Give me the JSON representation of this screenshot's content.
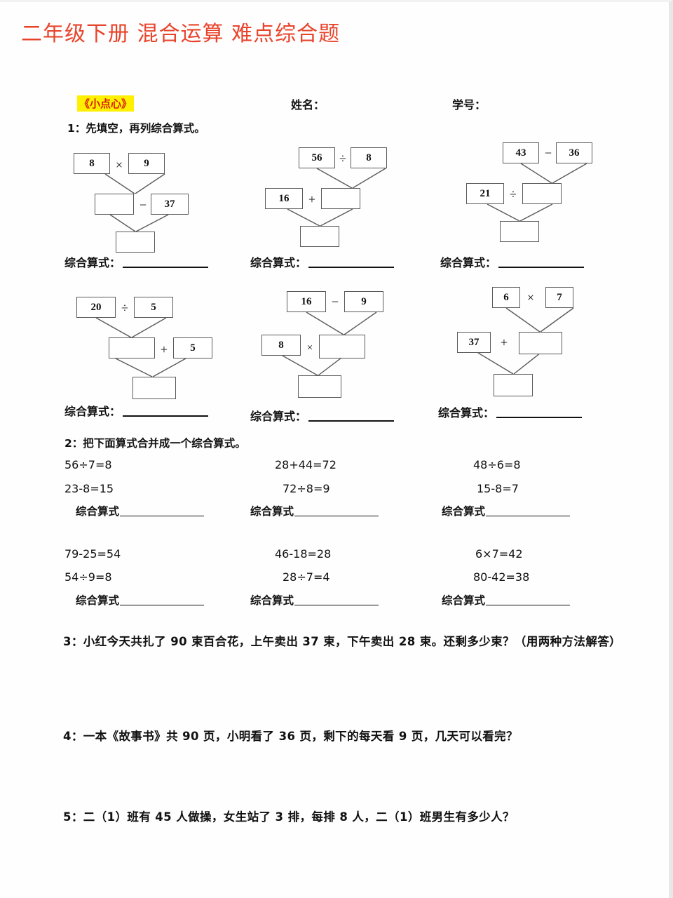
{
  "document": {
    "title": "二年级下册 混合运算 难点综合题",
    "title_color": "#e8442c"
  },
  "header": {
    "badge": "《小点心》",
    "badge_color": "#d81f06",
    "badge_highlight": "#fff000",
    "name_label": "姓名：",
    "student_id_label": "学号："
  },
  "section1": {
    "prompt": "1：先填空，再列综合算式。",
    "answer_label": "综合算式：",
    "diagrams": [
      {
        "id": "d1",
        "top_left": "8",
        "top_op": "×",
        "top_right": "9",
        "mid_left": "",
        "mid_op": "−",
        "mid_right": "37",
        "bottom": ""
      },
      {
        "id": "d2",
        "top_left": "56",
        "top_op": "÷",
        "top_right": "8",
        "mid_left": "16",
        "mid_op": "+",
        "mid_right": "",
        "bottom": ""
      },
      {
        "id": "d3",
        "top_left": "43",
        "top_op": "−",
        "top_right": "36",
        "mid_left": "21",
        "mid_op": "÷",
        "mid_right": "",
        "bottom": ""
      },
      {
        "id": "d4",
        "top_left": "20",
        "top_op": "÷",
        "top_right": "5",
        "mid_left": "",
        "mid_op": "+",
        "mid_right": "5",
        "bottom": ""
      },
      {
        "id": "d5",
        "top_left": "16",
        "top_op": "−",
        "top_right": "9",
        "mid_left": "8",
        "mid_op": "×",
        "mid_right": "",
        "bottom": ""
      },
      {
        "id": "d6",
        "top_left": "6",
        "top_op": "×",
        "top_right": "7",
        "mid_left": "37",
        "mid_op": "+",
        "mid_right": "",
        "bottom": ""
      }
    ]
  },
  "section2": {
    "prompt": "2：把下面算式合并成一个综合算式。",
    "answer_label": "综合算式",
    "groups": [
      {
        "id": "g1",
        "line1": "56÷7=8",
        "line2": "23-8=15"
      },
      {
        "id": "g2",
        "line1": "28+44=72",
        "line2": "72÷8=9"
      },
      {
        "id": "g3",
        "line1": "48÷6=8",
        "line2": "15-8=7"
      },
      {
        "id": "g4",
        "line1": "79-25=54",
        "line2": "54÷9=8"
      },
      {
        "id": "g5",
        "line1": "46-18=28",
        "line2": "28÷7=4"
      },
      {
        "id": "g6",
        "line1": "6×7=42",
        "line2": "80-42=38"
      }
    ]
  },
  "word_problems": [
    {
      "id": "q3",
      "text": "3：小红今天共扎了 90 束百合花，上午卖出 37 束，下午卖出 28 束。还剩多少束？（用两种方法解答）"
    },
    {
      "id": "q4",
      "text": "4：一本《故事书》共 90 页，小明看了 36 页，剩下的每天看 9 页，几天可以看完？"
    },
    {
      "id": "q5",
      "text": "5：二（1）班有 45 人做操，女生站了 3 排，每排 8 人，二（1）班男生有多少人？"
    }
  ]
}
